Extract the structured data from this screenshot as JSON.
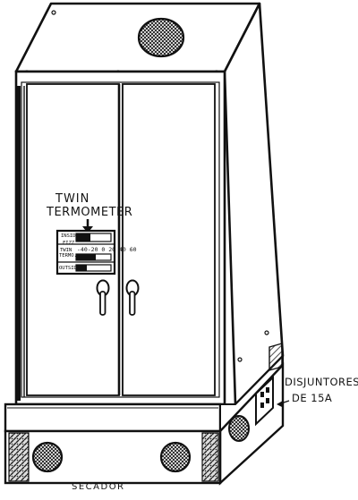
{
  "labels": {
    "thermometer_line1": "TWIN",
    "thermometer_line2": "TERMOMETER",
    "breakers_line1": "DISJUNTORES",
    "breakers_line2": "DE 15A",
    "dryer": "SECADOR"
  },
  "gauge": {
    "row1": "INSIDE",
    "row2": "FIZZ",
    "row3": "TWIN",
    "row4": "TERMO.",
    "scale": "-40-20 0 20 40 60",
    "row5": "OUTSIDE"
  },
  "colors": {
    "ink": "#141414",
    "paper": "#ffffff"
  }
}
